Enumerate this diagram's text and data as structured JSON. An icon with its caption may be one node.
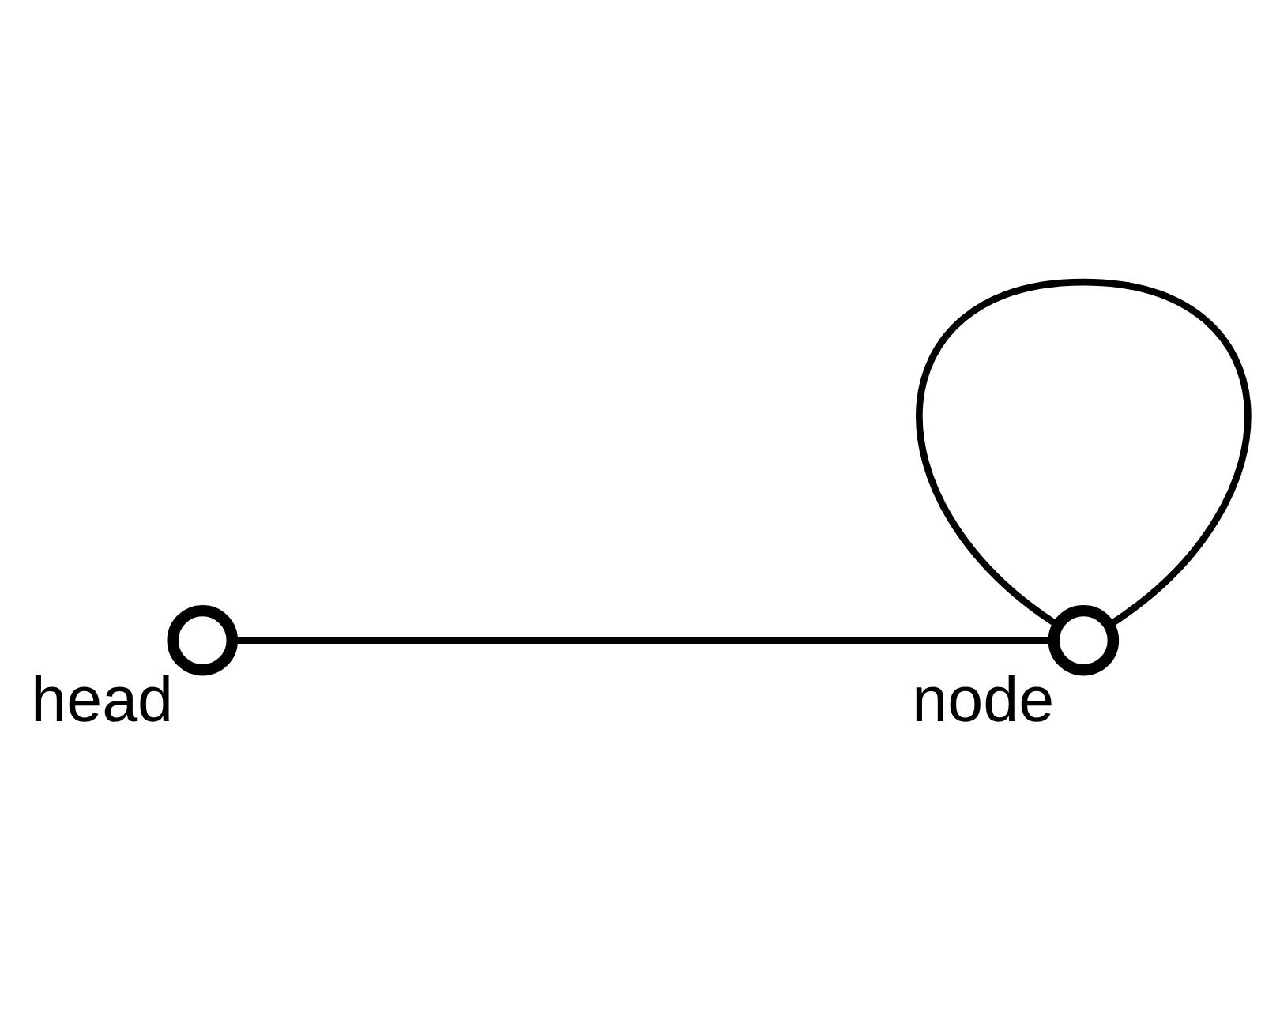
{
  "diagram": {
    "nodes": [
      {
        "text": [],
        "shape": "circle",
        "beside": [
          "head"
        ]
      },
      {
        "text": [],
        "shape": "circle",
        "beside": [
          "node"
        ]
      }
    ],
    "edges": [
      {
        "from": 0,
        "to": 1,
        "arrow": "none"
      },
      {
        "from": 1,
        "to": 1,
        "arrow": "none"
      }
    ]
  }
}
